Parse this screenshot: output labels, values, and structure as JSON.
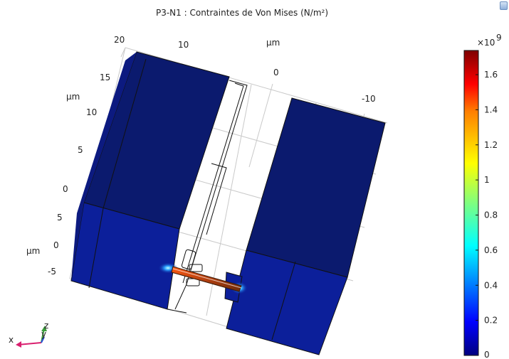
{
  "title": "P3-N1 : Contraintes de Von Mises (N/m²)",
  "icons": {
    "corner": "app-window-icon"
  },
  "axes": {
    "unit_label": "µm",
    "top_ticks": [
      "20",
      "10",
      "0",
      "-10"
    ],
    "left_upper_ticks": [
      "15",
      "10",
      "5",
      "0"
    ],
    "left_lower_ticks": [
      "5",
      "0",
      "-5"
    ]
  },
  "triad": {
    "x_label": "x",
    "z_label": "z",
    "y_label": "y"
  },
  "colorbar": {
    "exponent_base": "×10",
    "exponent": "9",
    "ticks": [
      "1.6",
      "1.4",
      "1.2",
      "1",
      "0.8",
      "0.6",
      "0.4",
      "0.2",
      "0"
    ],
    "colormap": [
      "#00007f",
      "#0000ff",
      "#00ffff",
      "#7fff7f",
      "#ffff00",
      "#ff7f00",
      "#ff0000",
      "#7f0000"
    ]
  },
  "colors": {
    "dark_block": "#0b1a6e",
    "light_block": "#0c1f9a",
    "edge": "#111111",
    "grid": "#c8c8c8"
  }
}
